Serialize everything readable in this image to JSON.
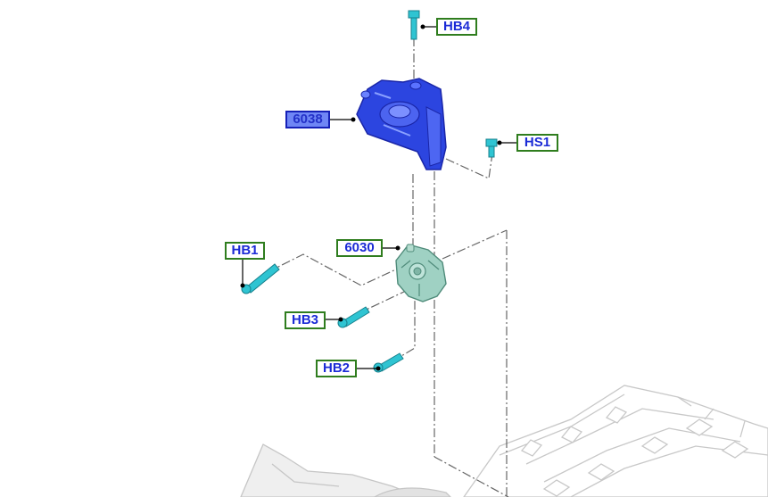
{
  "callouts": {
    "hb4": "HB4",
    "part_6038": "6038",
    "hs1": "HS1",
    "part_6030": "6030",
    "hb1": "HB1",
    "hb3": "HB3",
    "hb2": "HB2"
  },
  "colors": {
    "callout_border": "#2f7d1e",
    "callout_text": "#1b2bd6",
    "part_callout_fill": "#6f86f5",
    "mount_upper": "#2c45e0",
    "mount_lower": "#9fd1c3",
    "fasteners": "#2fc4d2",
    "engine_outline": "#c8c8c8"
  }
}
